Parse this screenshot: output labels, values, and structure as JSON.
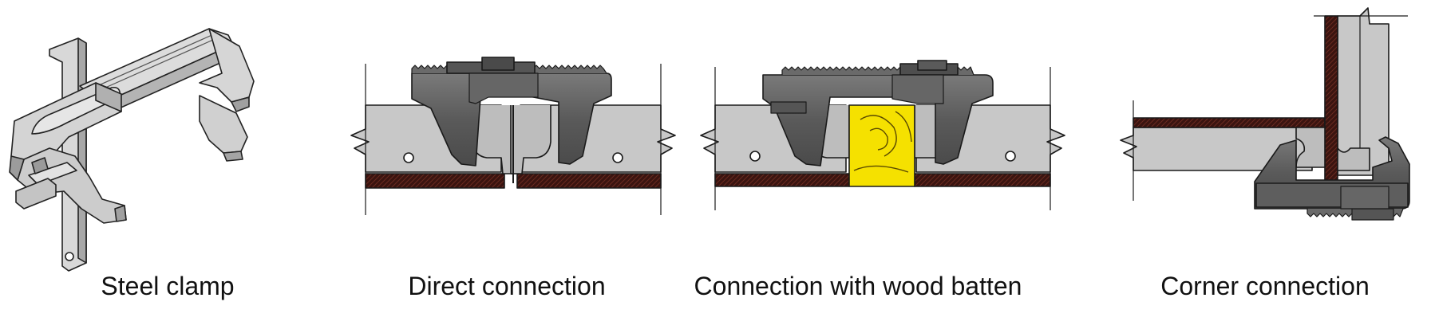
{
  "figures": [
    {
      "id": "steel-clamp",
      "caption": "Steel clamp"
    },
    {
      "id": "direct-connection",
      "caption": "Direct connection"
    },
    {
      "id": "wood-batten-connection",
      "caption": "Connection with wood batten"
    },
    {
      "id": "corner-connection",
      "caption": "Corner connection"
    }
  ],
  "colors": {
    "clamp_dark": "#5a5a5a",
    "clamp_light": "#cfcfcf",
    "frame_gray": "#c8c8c8",
    "plywood_facing": "#3a1410",
    "wood_batten": "#f5e100",
    "outline": "#1a1a1a"
  }
}
